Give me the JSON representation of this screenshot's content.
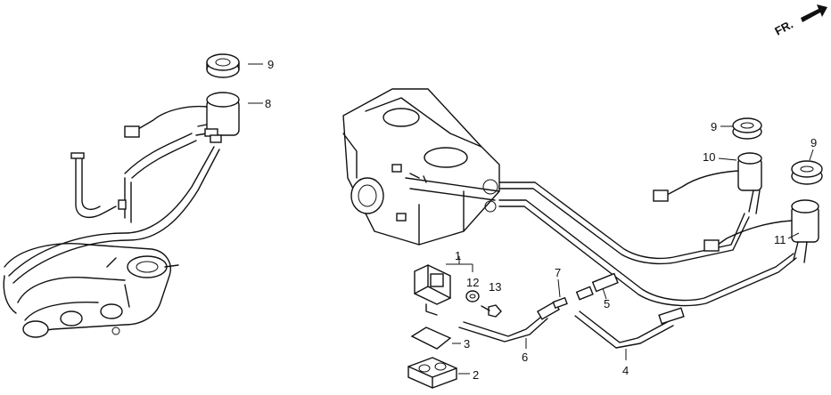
{
  "direction_indicator": "FR.",
  "callouts": [
    "9",
    "8",
    "1",
    "12",
    "13",
    "7",
    "5",
    "3",
    "2",
    "6",
    "4",
    "9",
    "10",
    "9",
    "11"
  ]
}
